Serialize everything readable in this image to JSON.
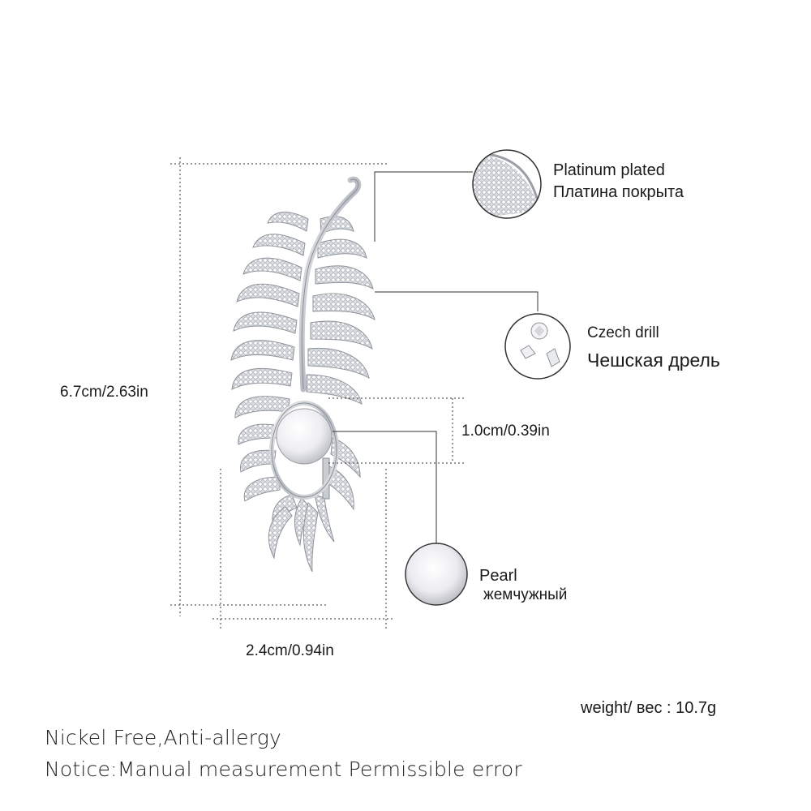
{
  "dimensions": {
    "height": "6.7cm/2.63in",
    "width": "2.4cm/0.94in",
    "pearl_size": "1.0cm/0.39in"
  },
  "callouts": {
    "plating": {
      "en": "Platinum plated",
      "ru": "Платина покрыта"
    },
    "stones": {
      "en": "Czech drill",
      "ru": "Чешская дрель"
    },
    "pearl": {
      "en": "Pearl",
      "ru": "жемчужный"
    }
  },
  "weight": "weight/ вес : 10.7g",
  "notes": {
    "line1": "Nickel Free,Anti-allergy",
    "line2": "Notice:Manual measurement Permissible error"
  },
  "colors": {
    "metal": "#c9ccd1",
    "pearl": "#ececf0",
    "line": "#333333"
  }
}
